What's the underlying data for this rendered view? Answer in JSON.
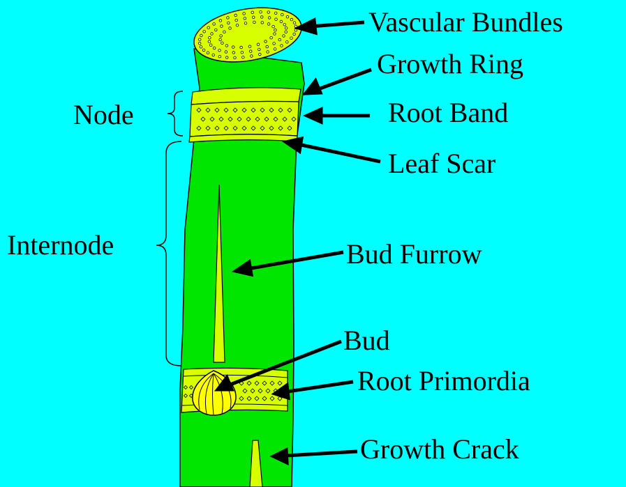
{
  "colors": {
    "background": "#00ffff",
    "stem": "#00e600",
    "band": "#d7ff00",
    "bud": "#ffff00",
    "ink": "#000000"
  },
  "labels": {
    "vascular_bundles": "Vascular Bundles",
    "growth_ring": "Growth Ring",
    "root_band": "Root Band",
    "leaf_scar": "Leaf Scar",
    "bud_furrow": "Bud Furrow",
    "bud": "Bud",
    "root_primordia": "Root Primordia",
    "growth_crack": "Growth Crack",
    "node": "Node",
    "internode": "Internode"
  }
}
